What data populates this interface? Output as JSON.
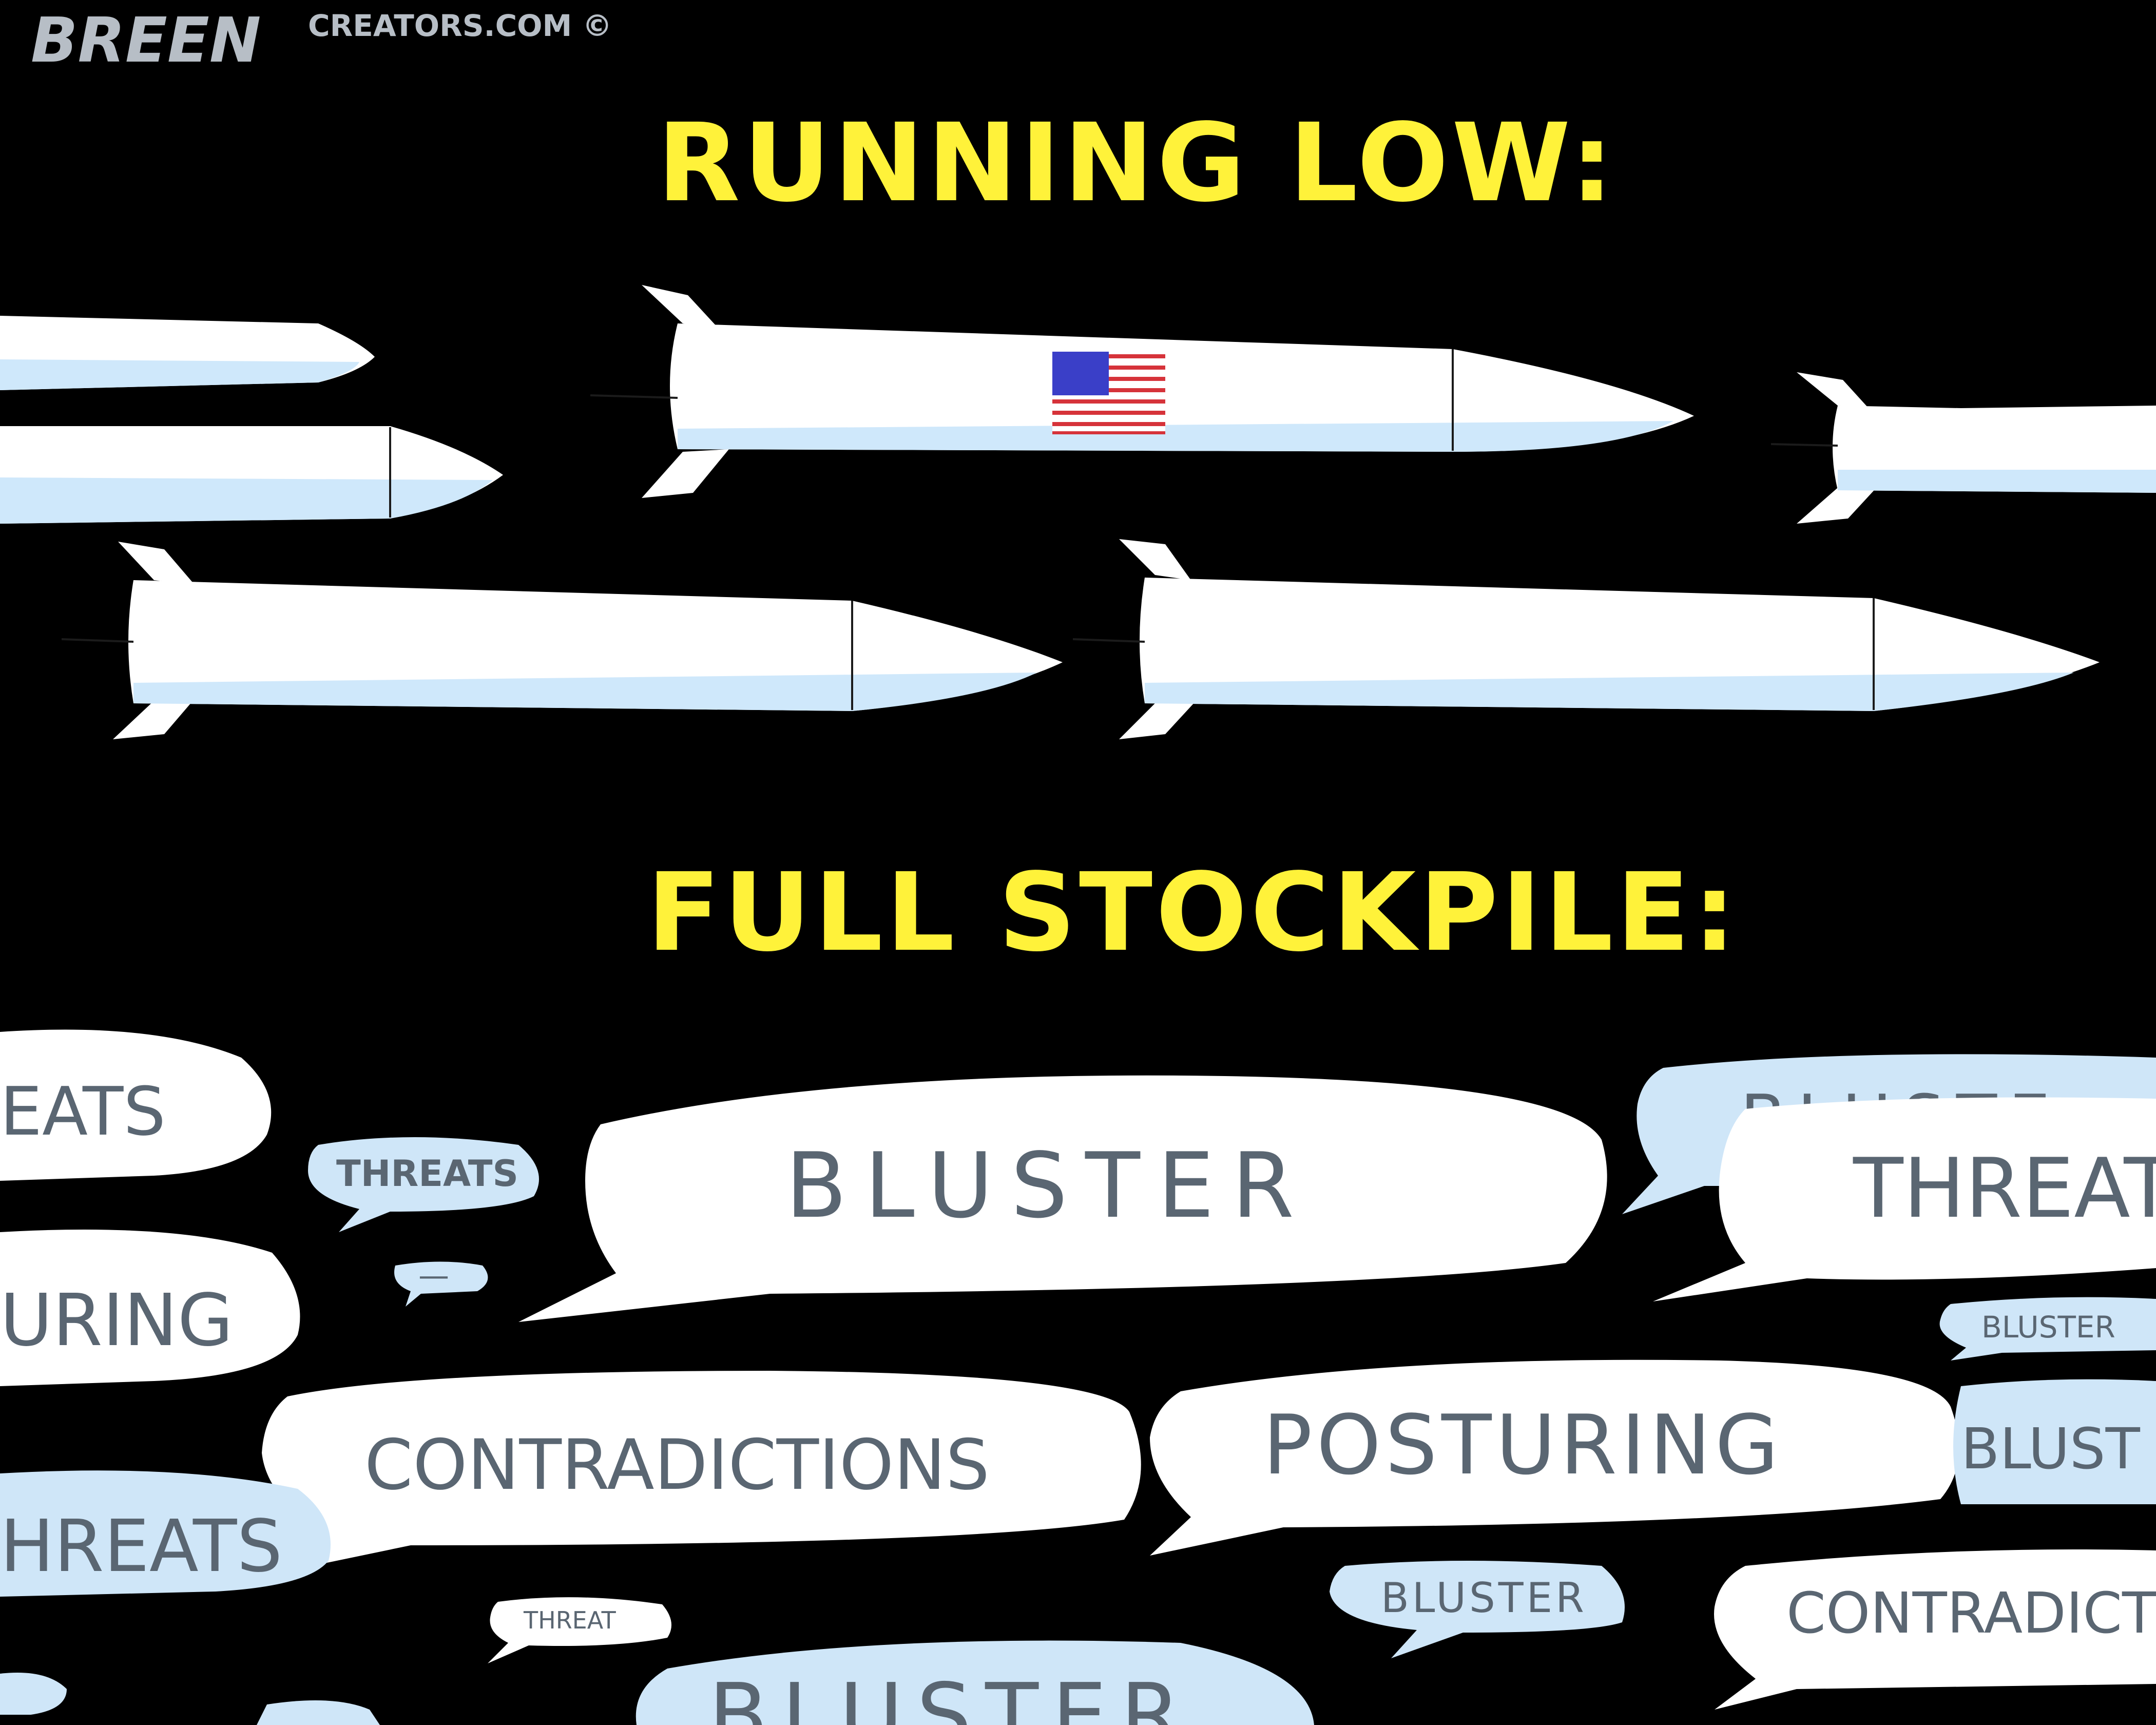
{
  "credit": {
    "signature": "BREEN",
    "site": "CREATORS.COM ©"
  },
  "colors": {
    "background": "#000000",
    "caption": "#fff23a",
    "bubble_white": "#ffffff",
    "bubble_blue": "#cfe6f8",
    "bubble_text": "#5a6672",
    "rocket_shade": "#cfe8fb"
  },
  "captions": {
    "top": "RUNNING LOW:",
    "bottom": "FULL STOCKPILE:"
  },
  "rockets": {
    "flag_icon": "us-flag-icon"
  },
  "bubbles": {
    "eats": "EATS",
    "threats_small": "THREATS",
    "dash": "—",
    "bluster_main": "BLUSTER",
    "bluste_partial": "BLUSTE",
    "threat_partial": "THREAT",
    "uring": "URING",
    "bluster_small_right": "BLUSTER",
    "contradictions": "CONTRADICTIONS",
    "posturing": "POSTURING",
    "blust": "BLUST",
    "hreats": "HREATS",
    "threat_tiny": "THREAT",
    "bluster_bottom": "BLUSTER",
    "contradict": "CONTRADICT",
    "bluster_bottom_partial": "BLUSTER"
  }
}
